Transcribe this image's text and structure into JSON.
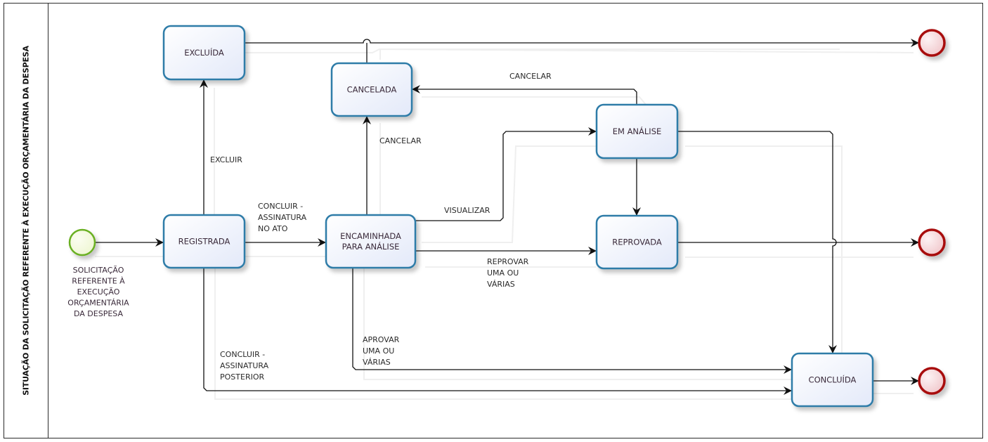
{
  "lane": {
    "title": "SITUAÇÃO DA SOLICITAÇÃO REFERENTE À EXECUÇÃO ORÇAMENTÁRIA DA DESPESA"
  },
  "colors": {
    "task_border": "#2e7ca8",
    "task_fill_top": "#ffffff",
    "task_fill_bottom": "#e6ecfa",
    "start_border": "#6ab023",
    "start_fill": "#f2f9dc",
    "end_border": "#a81010",
    "end_fill": "#f6d7da",
    "flow_line": "#111111",
    "shadow_line": "#eeeeee"
  },
  "start_event": {
    "label_lines": [
      "SOLICITAÇÃO",
      "REFERENTE À",
      "EXECUÇÃO",
      "ORÇAMENTÁRIA",
      "DA DESPESA"
    ]
  },
  "tasks": [
    {
      "id": "registrada",
      "lines": [
        "REGISTRADA"
      ]
    },
    {
      "id": "excluida",
      "lines": [
        "EXCLUÍDA"
      ]
    },
    {
      "id": "cancelada",
      "lines": [
        "CANCELADA"
      ]
    },
    {
      "id": "encaminhada",
      "lines": [
        "ENCAMINHADA",
        "PARA ANÁLISE"
      ]
    },
    {
      "id": "em-analise",
      "lines": [
        "EM ANÁLISE"
      ]
    },
    {
      "id": "reprovada",
      "lines": [
        "REPROVADA"
      ]
    },
    {
      "id": "concluida",
      "lines": [
        "CONCLUÍDA"
      ]
    }
  ],
  "end_events": [
    "end-excluida",
    "end-reprovada",
    "end-concluida"
  ],
  "flows": [
    {
      "id": "excluir",
      "lines": [
        "EXCLUIR"
      ]
    },
    {
      "id": "concluir-ato",
      "lines": [
        "CONCLUIR -",
        "ASSINATURA",
        "NO ATO"
      ]
    },
    {
      "id": "cancelar-encaminhada",
      "lines": [
        "CANCELAR"
      ]
    },
    {
      "id": "cancelar-analise",
      "lines": [
        "CANCELAR"
      ]
    },
    {
      "id": "visualizar",
      "lines": [
        "VISUALIZAR"
      ]
    },
    {
      "id": "reprovar",
      "lines": [
        "REPROVAR",
        "UMA OU",
        "VÁRIAS"
      ]
    },
    {
      "id": "aprovar",
      "lines": [
        "APROVAR",
        "UMA OU",
        "VÁRIAS"
      ]
    },
    {
      "id": "concluir-posterior",
      "lines": [
        "CONCLUIR -",
        "ASSINATURA",
        "POSTERIOR"
      ]
    }
  ]
}
